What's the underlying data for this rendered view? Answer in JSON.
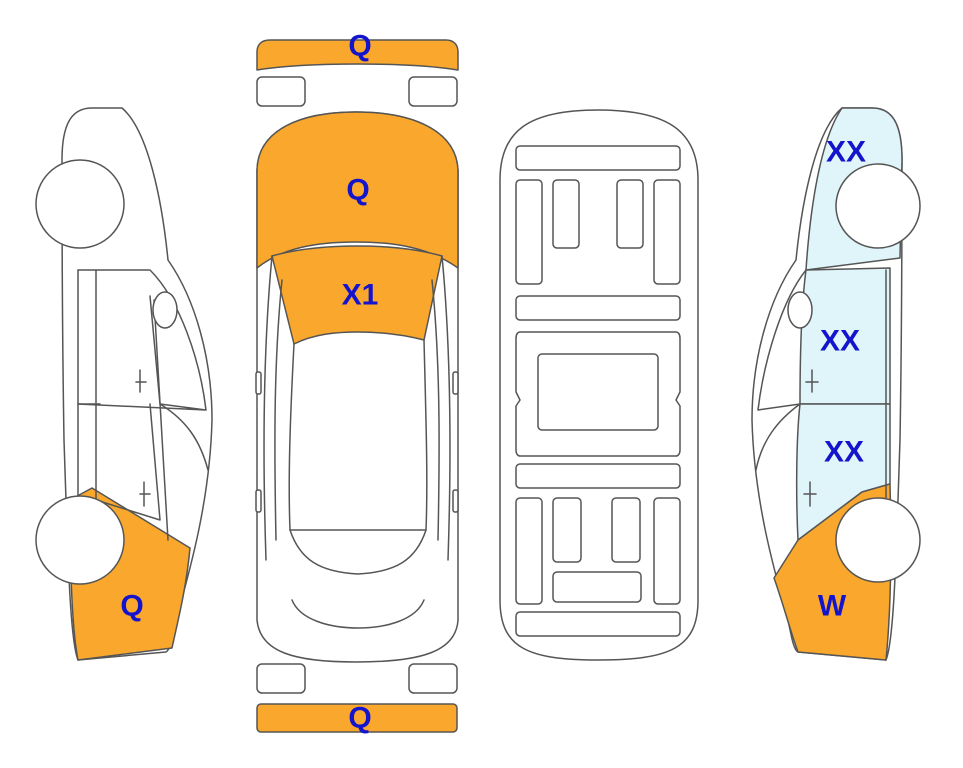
{
  "colors": {
    "dent": "#F9A82D",
    "scratch": "#E0F5FA",
    "code_text": "#1414CC",
    "outline": "#555555"
  },
  "marks": {
    "front_bumper": "Q",
    "hood": "Q",
    "windshield": "X1",
    "rear_bumper": "Q",
    "left_front_fender": "Q",
    "right_rear_quarter": "XX",
    "right_rear_door": "XX",
    "right_front_door": "XX",
    "right_front_fender": "W"
  }
}
